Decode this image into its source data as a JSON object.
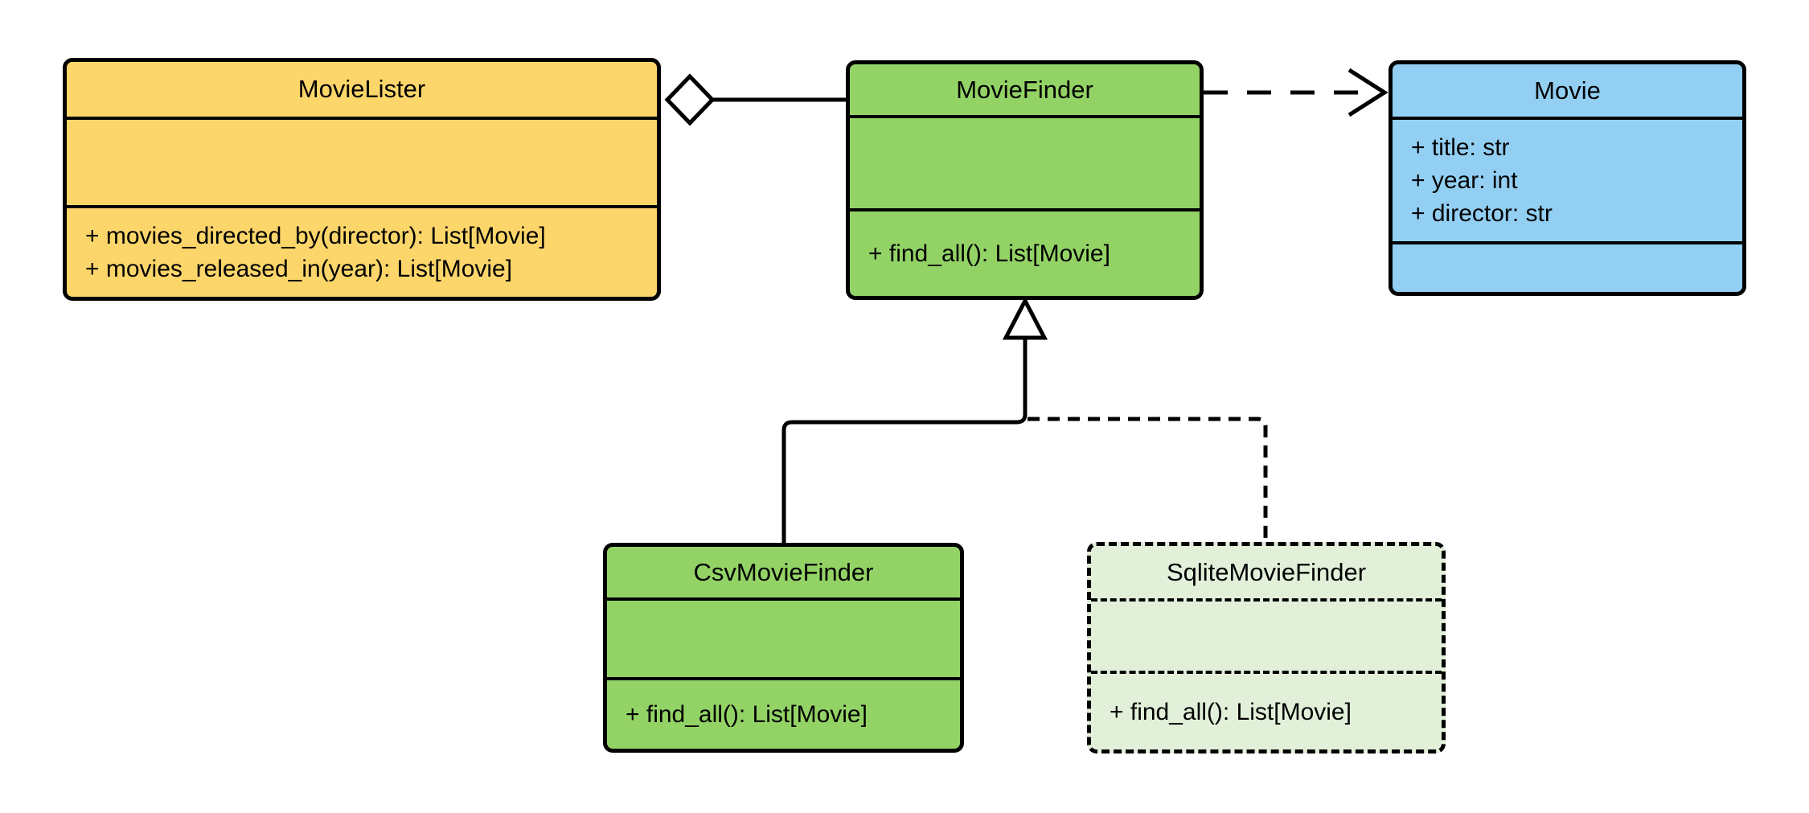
{
  "diagram": {
    "type": "uml-class-diagram",
    "background": "#ffffff",
    "stroke_color": "#000000"
  },
  "classes": {
    "movie_lister": {
      "name": "MovieLister",
      "fill": "#FCD66A",
      "attributes": [],
      "methods": [
        "+ movies_directed_by(director): List[Movie]",
        "+ movies_released_in(year): List[Movie]"
      ]
    },
    "movie_finder": {
      "name": "MovieFinder",
      "fill": "#93D366",
      "attributes": [],
      "methods": [
        "+ find_all(): List[Movie]"
      ]
    },
    "movie": {
      "name": "Movie",
      "fill": "#92CFF3",
      "attributes": [
        "+ title: str",
        "+ year: int",
        "+ director: str"
      ],
      "methods": []
    },
    "csv_movie_finder": {
      "name": "CsvMovieFinder",
      "fill": "#93D366",
      "attributes": [],
      "methods": [
        "+ find_all(): List[Movie]"
      ]
    },
    "sqlite_movie_finder": {
      "name": "SqliteMovieFinder",
      "fill": "#E2F0DA",
      "attributes": [],
      "methods": [
        "+ find_all(): List[Movie]"
      ]
    }
  },
  "relationships": [
    {
      "type": "aggregation",
      "owner": "MovieLister",
      "part": "MovieFinder",
      "line": "solid",
      "marker": "hollow-diamond"
    },
    {
      "type": "dependency",
      "from": "MovieFinder",
      "to": "Movie",
      "line": "dashed",
      "marker": "open-arrow"
    },
    {
      "type": "generalization",
      "child": "CsvMovieFinder",
      "parent": "MovieFinder",
      "line": "solid",
      "marker": "hollow-triangle"
    },
    {
      "type": "generalization",
      "child": "SqliteMovieFinder",
      "parent": "MovieFinder",
      "line": "dashed",
      "marker": "hollow-triangle"
    }
  ]
}
